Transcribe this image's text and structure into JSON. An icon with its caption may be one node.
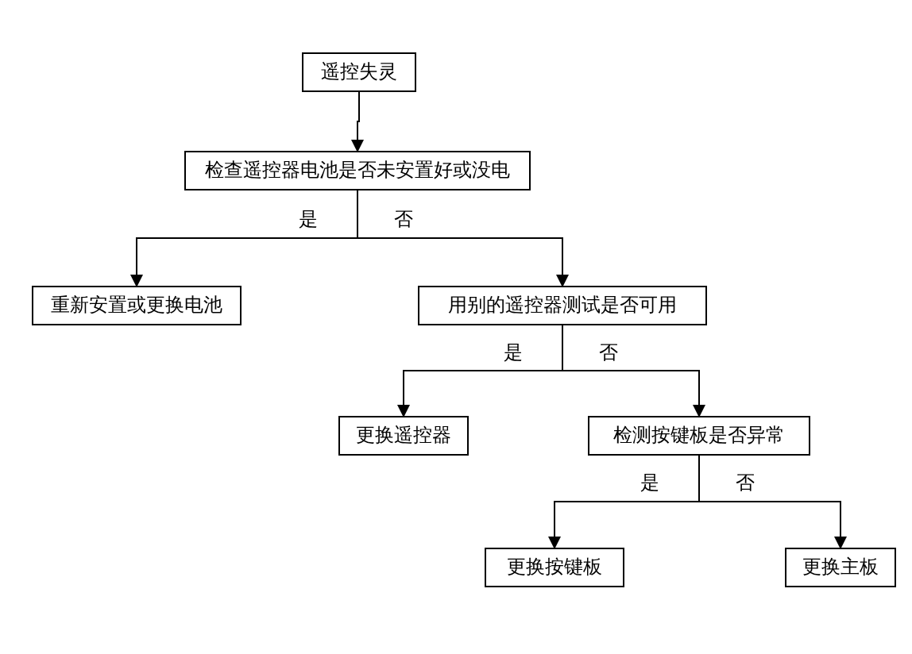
{
  "diagram": {
    "nodes": [
      {
        "text": [
          "遥控失灵"
        ]
      },
      {
        "text": [
          "检查遥控器电池是否未安置好或没电"
        ]
      },
      {
        "text": [
          "重新安置或更换电池"
        ]
      },
      {
        "text": [
          "用别的遥控器测试是否可用"
        ]
      },
      {
        "text": [
          "更换遥控器"
        ]
      },
      {
        "text": [
          "检测按键板是否异常"
        ]
      },
      {
        "text": [
          "更换按键板"
        ]
      },
      {
        "text": [
          "更换主板"
        ]
      }
    ],
    "edges": [
      {
        "from": 0,
        "to": 1,
        "arrow": "to"
      },
      {
        "from": 1,
        "to": 2,
        "arrow": "to",
        "label": "是"
      },
      {
        "from": 1,
        "to": 3,
        "arrow": "to",
        "label": "否"
      },
      {
        "from": 3,
        "to": 4,
        "arrow": "to",
        "label": "是"
      },
      {
        "from": 3,
        "to": 5,
        "arrow": "to",
        "label": "否"
      },
      {
        "from": 5,
        "to": 6,
        "arrow": "to",
        "label": "是"
      },
      {
        "from": 5,
        "to": 7,
        "arrow": "to",
        "label": "否"
      }
    ]
  }
}
